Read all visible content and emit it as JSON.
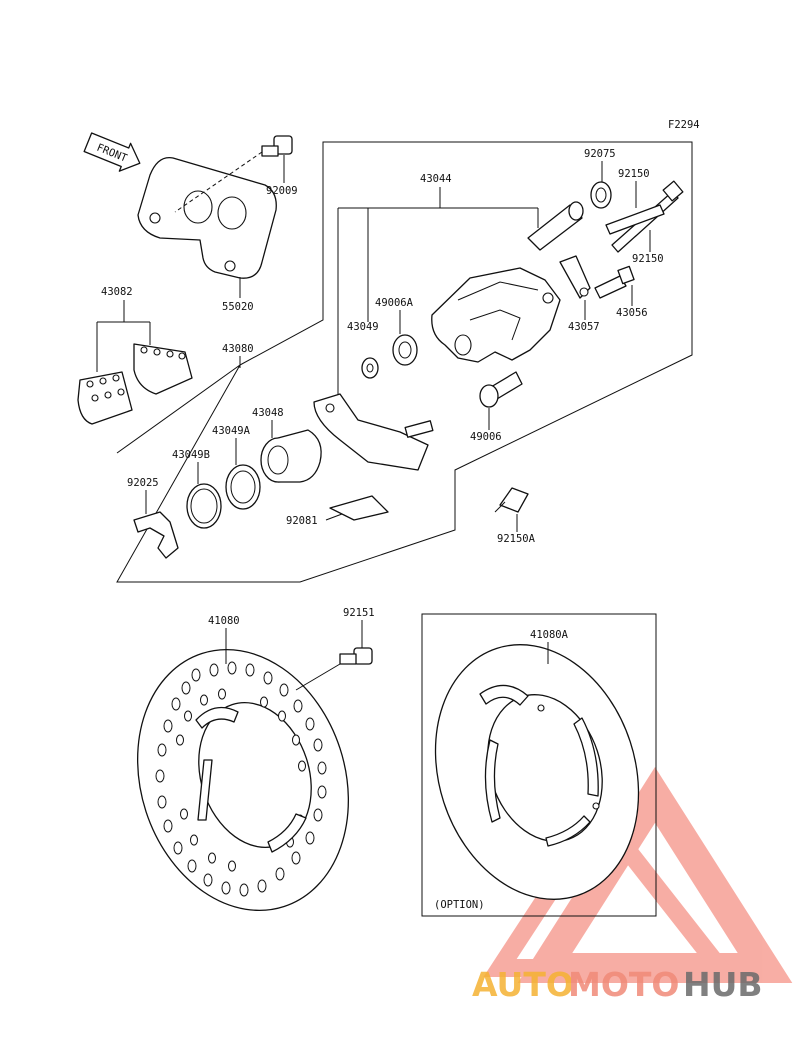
{
  "figure_code": "F2294",
  "front_label": "FRONT",
  "option_label": "(OPTION)",
  "parts": {
    "p92009": "92009",
    "p55020": "55020",
    "p43082": "43082",
    "p43080": "43080",
    "p43044": "43044",
    "p92075": "92075",
    "p92150_top": "92150",
    "p92150_bottom": "92150",
    "p49006A": "49006A",
    "p43049": "43049",
    "p43057": "43057",
    "p43056": "43056",
    "p43048": "43048",
    "p43049A": "43049A",
    "p43049B": "43049B",
    "p92025": "92025",
    "p49006": "49006",
    "p92081": "92081",
    "p92150A": "92150A",
    "p41080": "41080",
    "p92151": "92151",
    "p41080A": "41080A"
  },
  "watermark": {
    "part1": "AUTO",
    "part2": "MOTO",
    "part3": "HUB",
    "color1": "#f5b233",
    "color2": "#f08a78",
    "color3": "#6b6b6b",
    "logo_color": "#f26b5b"
  }
}
